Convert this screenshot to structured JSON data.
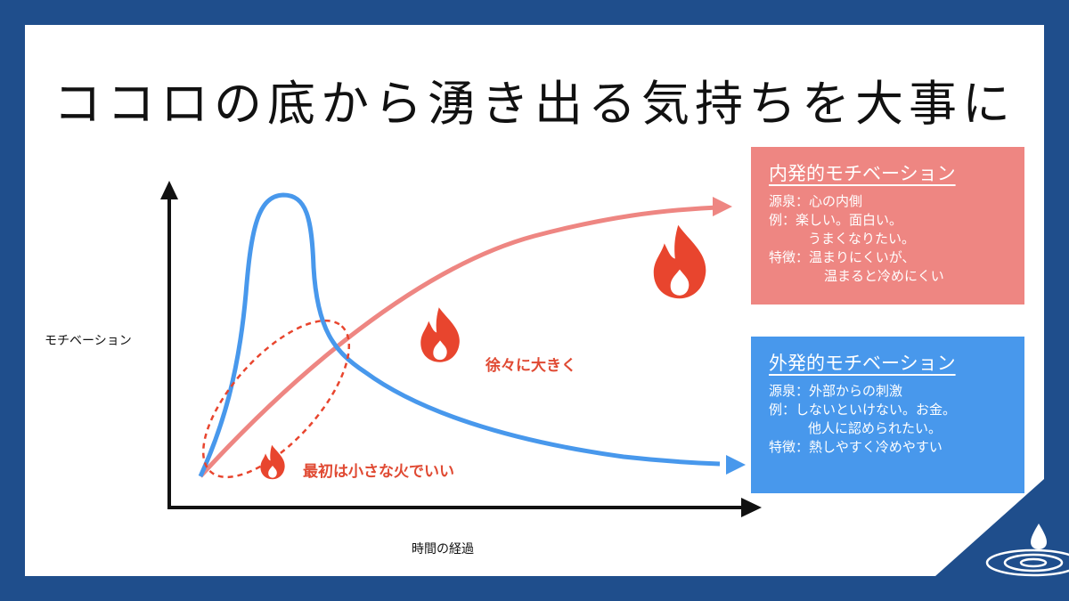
{
  "title": "ココロの底から湧き出る気持ちを大事に",
  "axes": {
    "y_label": "モチベーション",
    "x_label": "時間の経過"
  },
  "annotations": {
    "grow": "徐々に大きく",
    "start": "最初は小さな火でいい"
  },
  "intrinsic": {
    "heading": "内発的モチベーション",
    "source": "源泉：心の内側",
    "example": "例：楽しい。面白い。",
    "example_cont": "うまくなりたい。",
    "trait": "特徴：温まりにくいが、",
    "trait_cont": "温まると冷めにくい"
  },
  "extrinsic": {
    "heading": "外発的モチベーション",
    "source": "源泉：外部からの刺激",
    "example": "例：しないといけない。お金。",
    "example_cont": "他人に認められたい。",
    "trait": "特徴：熱しやすく冷めやすい"
  },
  "colors": {
    "frame": "#1f4e8c",
    "blue": "#4898ec",
    "pink": "#ee8682",
    "flame": "#e8452e"
  },
  "icons": [
    "flame-icon",
    "water-drop-icon",
    "arrow-icon"
  ]
}
